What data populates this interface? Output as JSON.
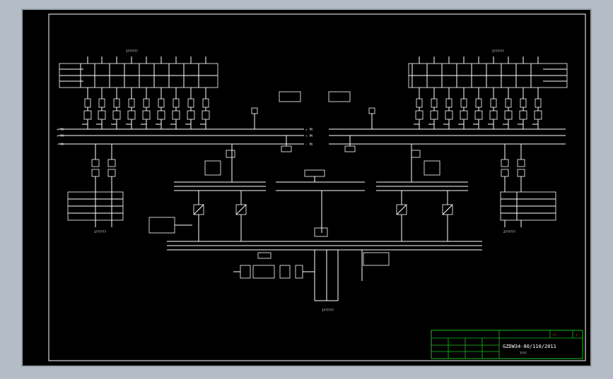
{
  "colors": {
    "background": "#b4bcc6",
    "sheet": "#000000",
    "line": "#ffffff",
    "title_block": "#19c11b",
    "accent_red": "#ff2a2a"
  },
  "drawing": {
    "top_label_left": "1??????",
    "top_label_right": "2??????",
    "bottom_label_left": "1??????",
    "bottom_label_right": "2??????",
    "bottom_center_label": "1??????",
    "bus_labels_left": [
      "+ ?M",
      "+ ?M",
      "- ?M"
    ],
    "bus_labels_right": [
      "+ ?M",
      "+ ?M",
      "- ?M"
    ]
  },
  "title_block": {
    "model": "GZDW34-80/110/2011",
    "subtitle": "????",
    "sheet_mark": "??",
    "corner_mark": "?"
  }
}
